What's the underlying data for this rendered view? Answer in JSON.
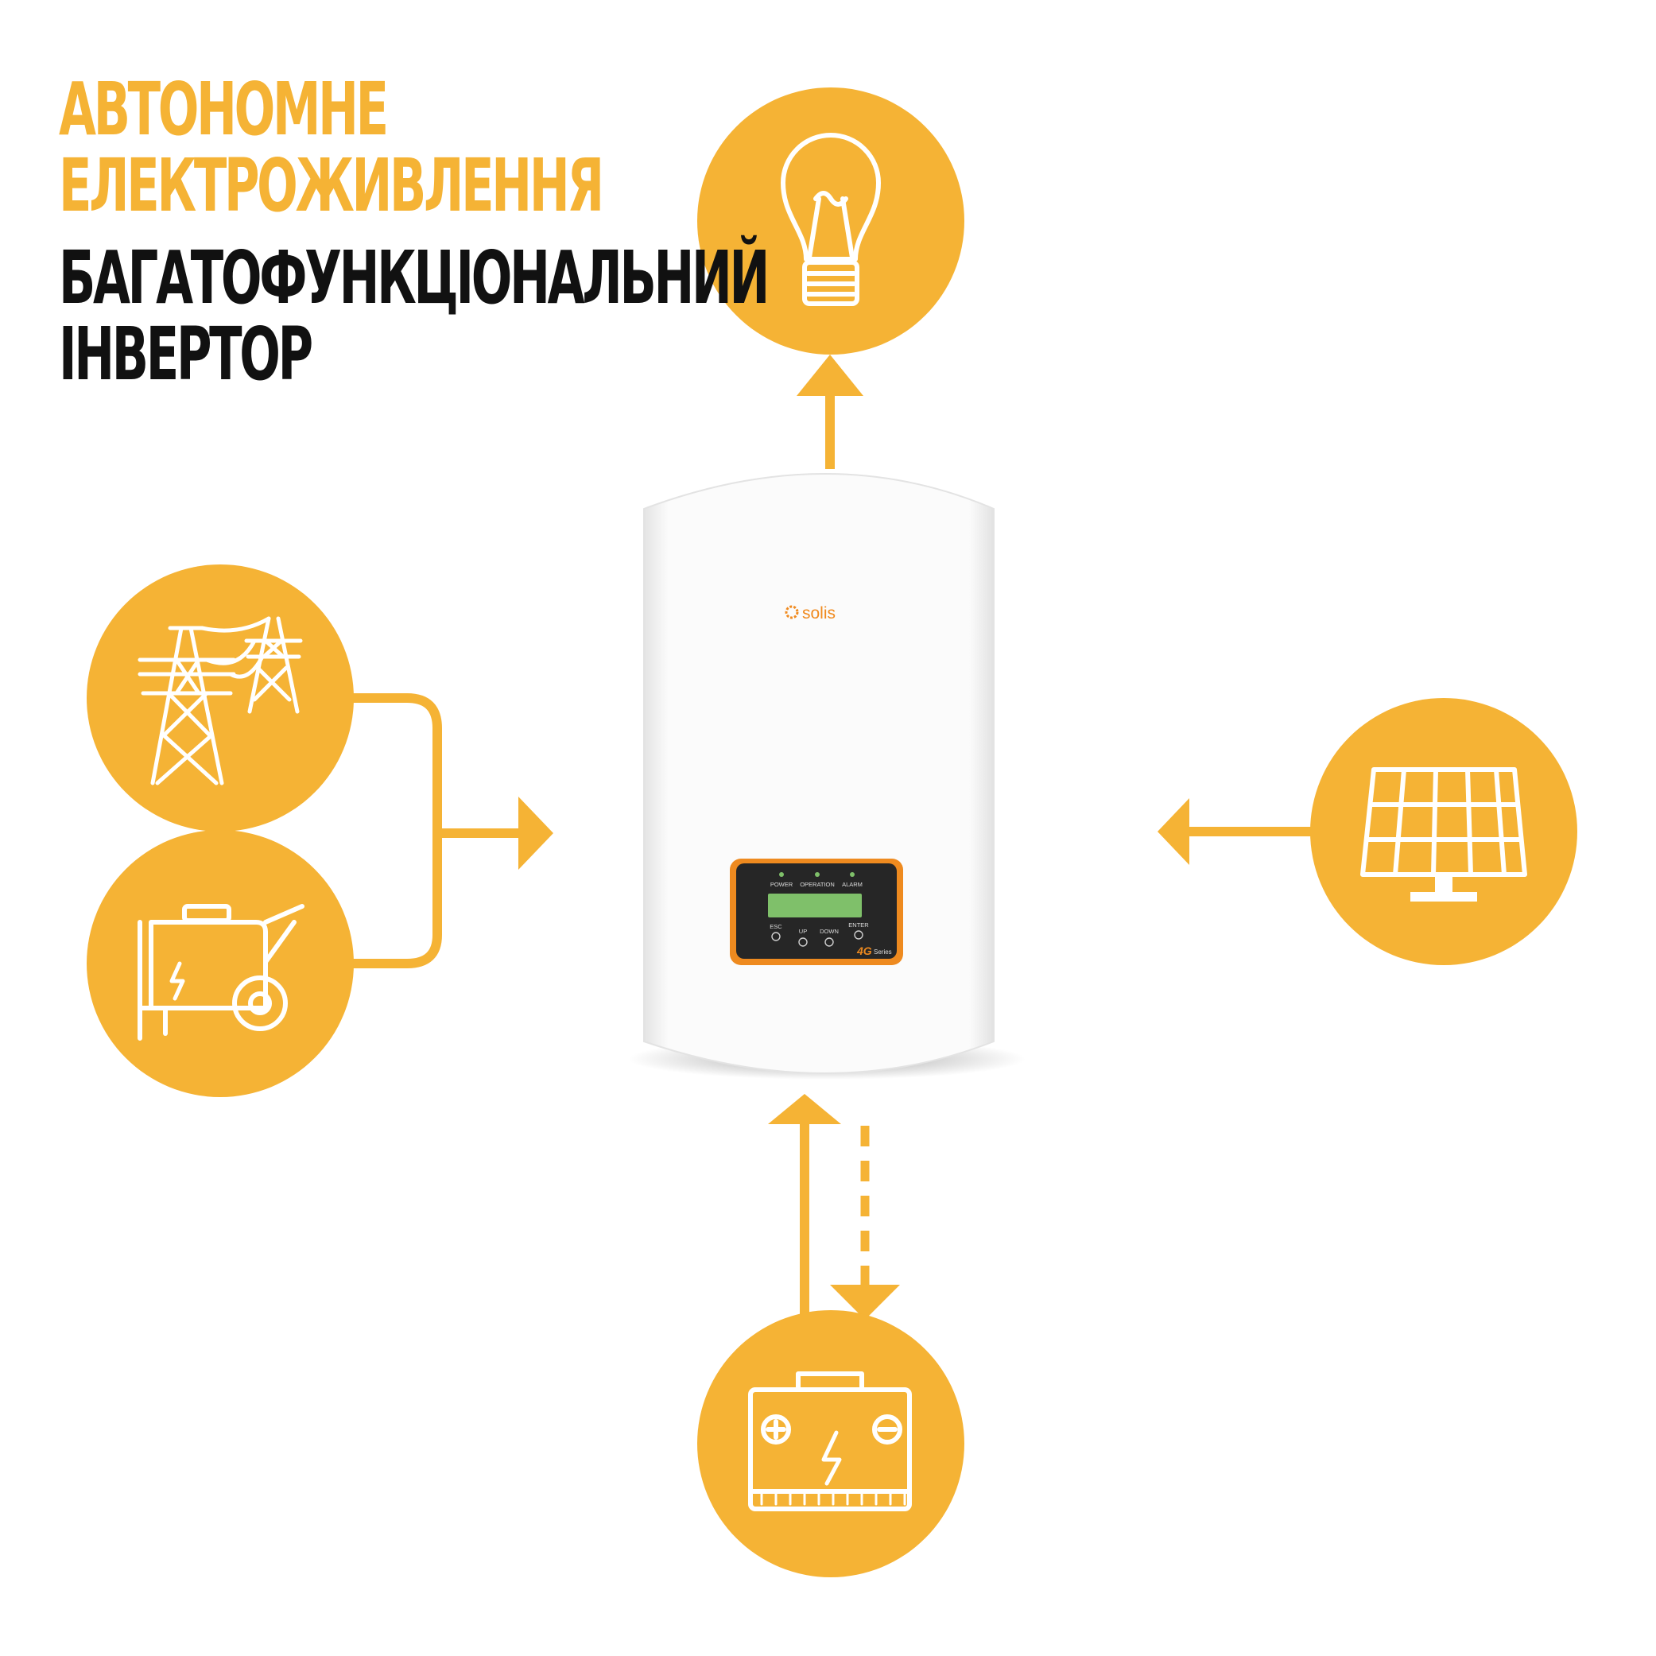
{
  "colors": {
    "accent": "#F5B335",
    "text_dark": "#111111",
    "icon_line": "#ffffff",
    "panel_orange": "#EE8A1F",
    "lcd_green": "#7FC06A"
  },
  "title": {
    "line1": "АВТОНОМНЕ",
    "line2": "ЕЛЕКТРОЖИВЛЕННЯ"
  },
  "subtitle": {
    "line1": "БАГАТОФУНКЦІОНАЛЬНИЙ",
    "line2": "ІНВЕРТОР"
  },
  "nodes": [
    {
      "id": "load",
      "icon": "light-bulb-icon"
    },
    {
      "id": "grid",
      "icon": "power-tower-icon"
    },
    {
      "id": "generator",
      "icon": "generator-icon"
    },
    {
      "id": "solar",
      "icon": "solar-panel-icon"
    },
    {
      "id": "battery",
      "icon": "battery-icon"
    }
  ],
  "inverter": {
    "brand": "solis",
    "indicators": {
      "power": "POWER",
      "operation": "OPERATION",
      "alarm": "ALARM"
    },
    "buttons": {
      "esc": "ESC",
      "up": "UP",
      "down": "DOWN",
      "enter": "ENTER"
    },
    "series_number": "4G",
    "series_label": "Series"
  }
}
